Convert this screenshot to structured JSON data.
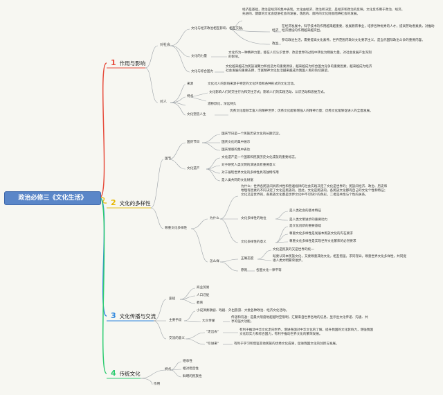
{
  "root": "政治必修三《文化生活》",
  "colors": {
    "sec1": "#e74c3c",
    "sec2": "#f1c40f",
    "sec3": "#2e86de",
    "sec4": "#2ecc71",
    "root_bg": "#5a86c8"
  },
  "sec1": {
    "num": "1",
    "title": "作用与影响",
    "dui_she_hui": "对社会",
    "econ_politics": "文化与经济政治相互影响、相互交融。",
    "econ_desc": "经济是基础，政治是经济的集中表现。文化由经济、政治所决定，是经济和政治的反映。文化反作用于政治、经济。先进的、健康的文化会促进社会的发展，落后的、腐朽的文化则会阻碍社会的发展。",
    "jingji": "经济",
    "jingji_desc": "在经济发展中，科学技术的作用越来越重要，发展教育事业，培养各种优秀的人才，提高劳动者素质，对推动经济建设的作用越来越突出。",
    "zhengzhi": "政治",
    "zhengzhi_desc": "参与政治生活，需要提高文化素养。世界范围内政对文化要求主义，是当代国际政治斗争的重要内容。",
    "power": "文化的力量",
    "power_desc": "文化作为一种精神力量，能在人们认识世界、改造世界的过程中转化为物质力量，对社会发展产生深刻的影响。",
    "national": "文化与综合国力",
    "national_desc": "文化越来越成为民族凝聚力和创造力的重要源泉，越来越成为综合国力竞争的重要因素，越来越成为经济社会发展的重要支撑，丰富精神文化生活越来越成为我国人民的热切愿望。",
    "dui_ren": "对人",
    "source": "来源",
    "source_desc": "文化对人的影响来源于特定的文化环境和各种形式的文化活动。",
    "te_dian": "特点",
    "te_dian_desc1": "文化影响人们的交往行为和交往方式；影响人们的实践活动、认识活动和思维方式。",
    "te_dian_desc2": "潜移默化，深远持久",
    "shape": "文化塑造人生",
    "shape_desc": "优秀文化能够丰富人的精神世界；优秀文化能够增强人的精神力量；优秀文化能够促进人的全面发展。"
  },
  "sec2": {
    "num": "2",
    "title": "文化的多样性",
    "guo_jie": "国节",
    "jieri": "国庆节日",
    "jieri_items": [
      "国庆节日是一个民族历史文化的长期沉淀。",
      "国庆文化的集中展示",
      "国庆情感的集中表达"
    ],
    "heritage": "文化遗产",
    "heritage_items": [
      "文化遗产是一个国家和民族历史文化成就的重要标志。",
      "对于研究人类文明的演进具有重要意义",
      "对于展现世界文化的多样性具有独特作用",
      "是人类共同的文化财富"
    ],
    "zunzhong": "尊重文化多样性",
    "why": "为什么",
    "why_desc": "为什么：世界各民族间具有共性和普遍规律的社会实践决定了文化是世界的；民族间经济、政治、历史和地理等因素的不同决定了文化是民族的。因此，文化是民族的，各民族文化都有自己的文化个性和特征；文化又是世界的，各民族文化都是世界文化中不可缺少的色彩。二者是共性与个性的关系。",
    "status": "文化多样性的地位",
    "status_items": [
      "是人类社会的基本特征",
      "是人类文明进步的重要动力"
    ],
    "meaning": "文化多样性的意义",
    "meaning_items": [
      "是文化创新的重要基础",
      "尊重文化多样性是发展本民族文化的内在要求",
      "尊重文化多样性是实现世界文化繁荣的必然要求"
    ],
    "how": "怎么样",
    "correct": "正确态度",
    "correct_items": [
      "文化是民族的又是世界的统一",
      "既要认同本民族文化，又要尊重其他文化，相互借鉴，求同存异，尊重世界文化多样性，共同促进人类文明繁荣进步。"
    ],
    "principle": "原则",
    "principle_desc": "各国文化一律平等"
  },
  "sec3": {
    "num": "3",
    "title": "文化传播与交流",
    "channels": "途径",
    "channel_items": [
      "商业贸易",
      "人口迁徙",
      "教育"
    ],
    "means": "主要手段",
    "means_desc": "小说演奏歌剧、戏剧、外出旅游、大批各种政治、经济文化活动。",
    "mass_media": "大众传媒",
    "mass_media_desc": "传递和沟通：是最大限度地超越时空限制，汇聚来自世界各地的信息，显示出文化传递、沟通、共享的强大功能。",
    "exchange": "交流的意义",
    "go_out": "\"走出去\"",
    "go_out_desc": "有利于推动中华文化走向世界，增进各国对中华文化的了解，提升我国的文化影响力，增强我国文化软实力和综合国力，有利于推动世界文化的繁荣发展。",
    "bring_in": "\"引进来\"",
    "bring_in_desc": "有利于学习和借鉴其他民族的优秀文化成果，促进我国文化的创新与发展。"
  },
  "sec4": {
    "num": "4",
    "title": "传统文化",
    "te_dian": "特点",
    "items": [
      "继承性",
      "相对稳定性",
      "鲜明的民族性"
    ],
    "zuoyong": "作用"
  }
}
